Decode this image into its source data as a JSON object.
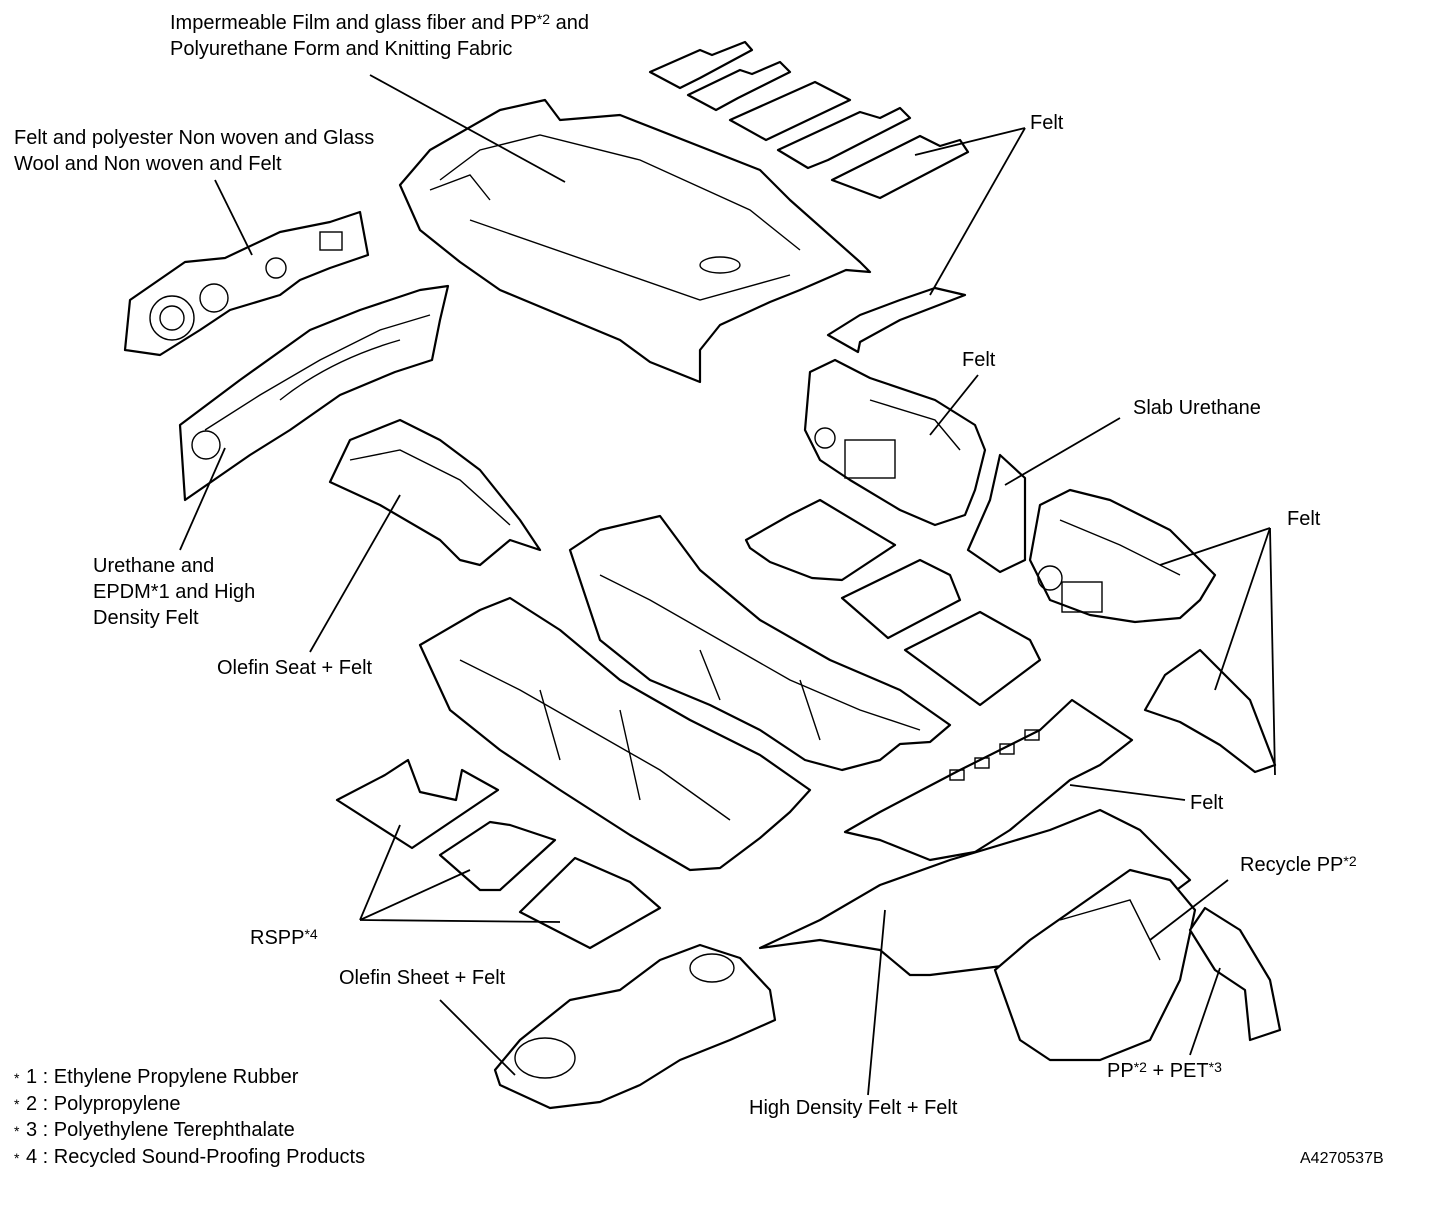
{
  "labels": {
    "headliner": {
      "line1": "Impermeable Film and glass fiber and PP",
      "line1_sup": "*2",
      "line1_tail": " and",
      "line2": "Polyurethane Form and Knitting Fabric"
    },
    "dash_outer": {
      "line1": "Felt and polyester Non woven and Glass",
      "line2": "Wool and Non woven and Felt"
    },
    "felt_roof": "Felt",
    "felt_front_door": "Felt",
    "slab_urethane": "Slab Urethane",
    "felt_rear_door": "Felt",
    "dash_inner": {
      "line1": "Urethane and",
      "line2": "EPDM*1 and High",
      "line3": "Density Felt"
    },
    "olefin_seat": "Olefin Seat + Felt",
    "felt_package_tray": "Felt",
    "recycle_pp": {
      "text": "Recycle PP",
      "sup": "*2"
    },
    "rspp": {
      "text": "RSPP",
      "sup": "*4"
    },
    "olefin_sheet": "Olefin Sheet + Felt",
    "pp_pet": {
      "text1": "PP",
      "sup1": "*2",
      "text2": " + PET",
      "sup2": "*3"
    },
    "hd_felt": "High Density Felt + Felt"
  },
  "notes": [
    {
      "mark": "*",
      "text": "1 : Ethylene Propylene Rubber"
    },
    {
      "mark": "*",
      "text": "2 : Polypropylene"
    },
    {
      "mark": "*",
      "text": "3 : Polyethylene Terephthalate"
    },
    {
      "mark": "*",
      "text": "4 : Recycled Sound-Proofing Products"
    }
  ],
  "figure_code": "A4270537B"
}
